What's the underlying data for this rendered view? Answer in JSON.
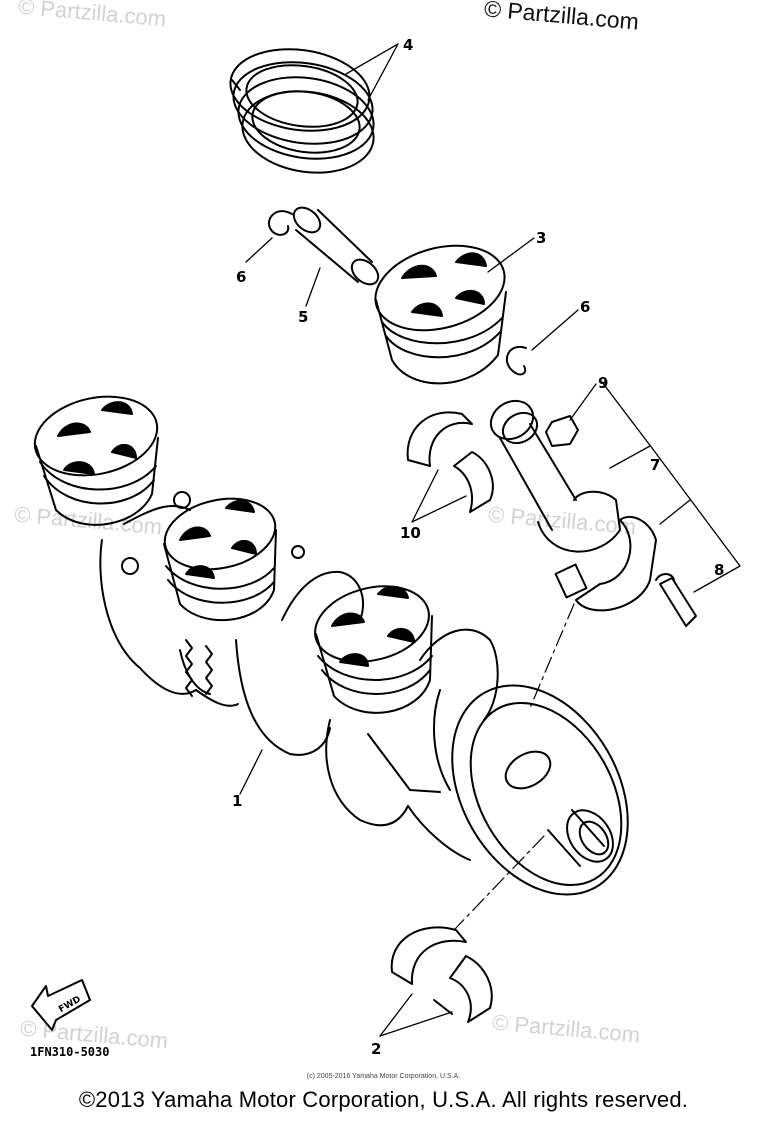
{
  "watermark": {
    "top_text": "© Partzilla.com",
    "faint_text": "© Partzilla.com"
  },
  "callouts": {
    "c1": "1",
    "c2": "2",
    "c3": "3",
    "c4": "4",
    "c5": "5",
    "c6a": "6",
    "c6b": "6",
    "c7": "7",
    "c8": "8",
    "c9": "9",
    "c10": "10"
  },
  "fwd_label": "FWD",
  "diagram_code": "1FN310-5030",
  "small_copyright": "(c) 2005-2016 Yamaha Motor Corporation, U.S.A.",
  "footer_copyright": "©2013 Yamaha Motor Corporation, U.S.A. All rights reserved.",
  "colors": {
    "line": "#000000",
    "watermark_faint": "#d2d2d2",
    "background": "#ffffff"
  }
}
